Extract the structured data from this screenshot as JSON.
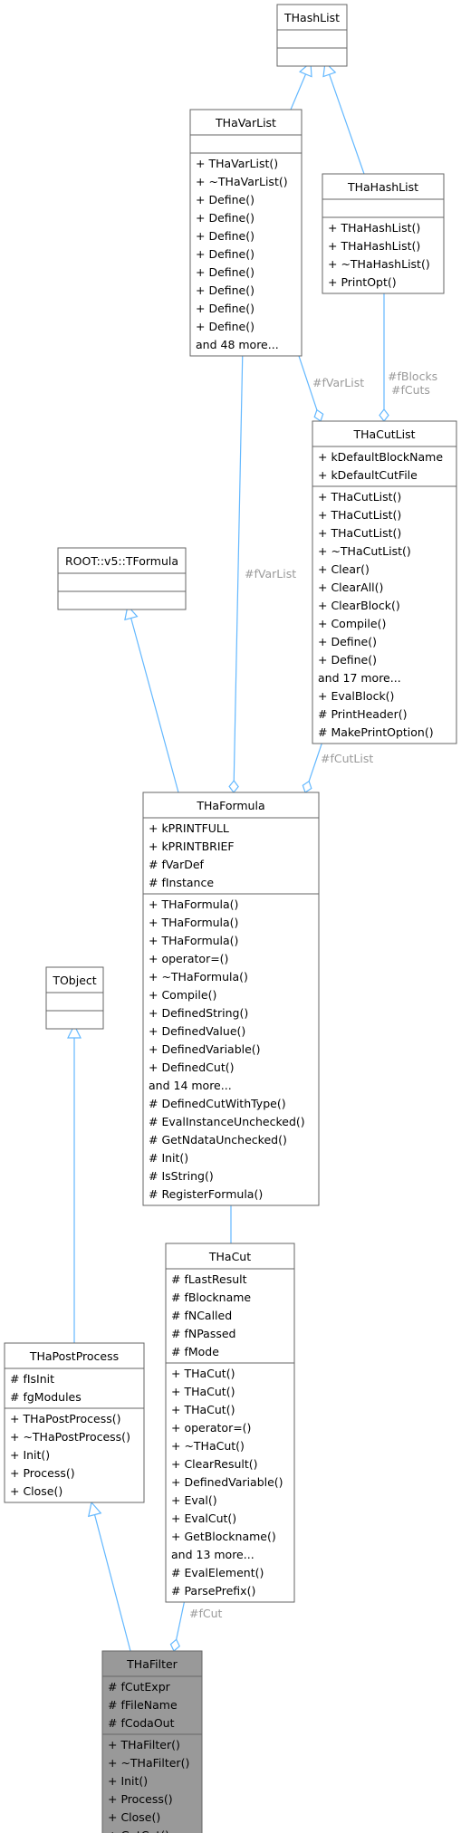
{
  "classes": [
    {
      "id": "THashList",
      "title": "THashList",
      "attributes": [],
      "methods": []
    },
    {
      "id": "THaVarList",
      "title": "THaVarList",
      "attributes": [],
      "methods": [
        "+  THaVarList()",
        "+  ~THaVarList()",
        "+  Define()",
        "+  Define()",
        "+  Define()",
        "+  Define()",
        "+  Define()",
        "+  Define()",
        "+  Define()",
        "+  Define()",
        "    and 48 more..."
      ]
    },
    {
      "id": "THaHashList",
      "title": "THaHashList",
      "attributes": [],
      "methods": [
        "+  THaHashList()",
        "+  THaHashList()",
        "+  ~THaHashList()",
        "+  PrintOpt()"
      ]
    },
    {
      "id": "THaCutList",
      "title": "THaCutList",
      "attributes": [
        "+  kDefaultBlockName",
        "+  kDefaultCutFile"
      ],
      "methods": [
        "+  THaCutList()",
        "+  THaCutList()",
        "+  THaCutList()",
        "+  ~THaCutList()",
        "+  Clear()",
        "+  ClearAll()",
        "+  ClearBlock()",
        "+  Compile()",
        "+  Define()",
        "+  Define()",
        "    and 17 more...",
        "+  EvalBlock()",
        "#  PrintHeader()",
        "#  MakePrintOption()"
      ]
    },
    {
      "id": "TFormula",
      "title": "ROOT::v5::TFormula",
      "attributes": [],
      "methods": []
    },
    {
      "id": "THaFormula",
      "title": "THaFormula",
      "attributes": [
        "+  kPRINTFULL",
        "+  kPRINTBRIEF",
        "#  fVarDef",
        "#  fInstance"
      ],
      "methods": [
        "+  THaFormula()",
        "+  THaFormula()",
        "+  THaFormula()",
        "+  operator=()",
        "+  ~THaFormula()",
        "+  Compile()",
        "+  DefinedString()",
        "+  DefinedValue()",
        "+  DefinedVariable()",
        "+  DefinedCut()",
        "    and 14 more...",
        "#  DefinedCutWithType()",
        "#  EvalInstanceUnchecked()",
        "#  GetNdataUnchecked()",
        "#  Init()",
        "#  IsString()",
        "#  RegisterFormula()"
      ]
    },
    {
      "id": "TObject",
      "title": "TObject",
      "attributes": [],
      "methods": []
    },
    {
      "id": "THaCut",
      "title": "THaCut",
      "attributes": [
        "#  fLastResult",
        "#  fBlockname",
        "#  fNCalled",
        "#  fNPassed",
        "#  fMode"
      ],
      "methods": [
        "+  THaCut()",
        "+  THaCut()",
        "+  THaCut()",
        "+  operator=()",
        "+  ~THaCut()",
        "+  ClearResult()",
        "+  DefinedVariable()",
        "+  Eval()",
        "+  EvalCut()",
        "+  GetBlockname()",
        "    and 13 more...",
        "#  EvalElement()",
        "#  ParsePrefix()"
      ]
    },
    {
      "id": "THaPostProcess",
      "title": "THaPostProcess",
      "attributes": [
        "#  fIsInit",
        "#  fgModules"
      ],
      "methods": [
        "+  THaPostProcess()",
        "+  ~THaPostProcess()",
        "+  Init()",
        "+  Process()",
        "+  Close()"
      ]
    },
    {
      "id": "THaFilter",
      "title": "THaFilter",
      "attributes": [
        "#  fCutExpr",
        "#  fFileName",
        "#  fCodaOut"
      ],
      "methods": [
        "+  THaFilter()",
        "+  ~THaFilter()",
        "+  Init()",
        "+  Process()",
        "+  Close()",
        "+  GetCut()"
      ]
    }
  ],
  "edge_labels": {
    "thavarlist_to_thacutlist": "#fVarList",
    "thahashlist_to_thacutlist_1": "#fBlocks",
    "thahashlist_to_thacutlist_2": "#fCuts",
    "thavarlist_to_thaformula": "#fVarList",
    "thacutlist_to_thaformula": "#fCutList",
    "thacut_to_thafilter": "#fCut"
  },
  "colors": {
    "edge": "#63b8ff",
    "box_border": "#666666",
    "focus_fill": "#999999",
    "label": "#9a9a9a"
  }
}
